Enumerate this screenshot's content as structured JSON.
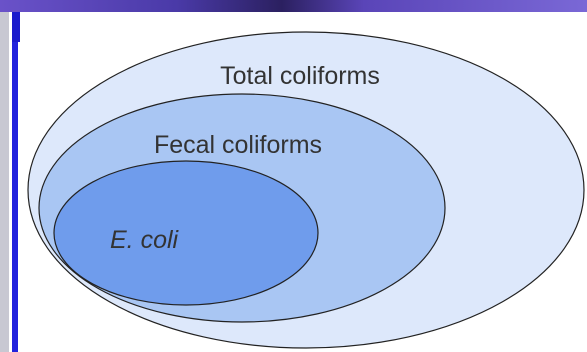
{
  "diagram": {
    "outer_label": "Total coliforms",
    "middle_label": "Fecal coliforms",
    "inner_label": "E. coli"
  },
  "colors": {
    "outer_fill": "#dde8fb",
    "middle_fill": "#a9c6f3",
    "inner_fill": "#6f9cec",
    "stroke": "#222222",
    "text": "#333333"
  }
}
